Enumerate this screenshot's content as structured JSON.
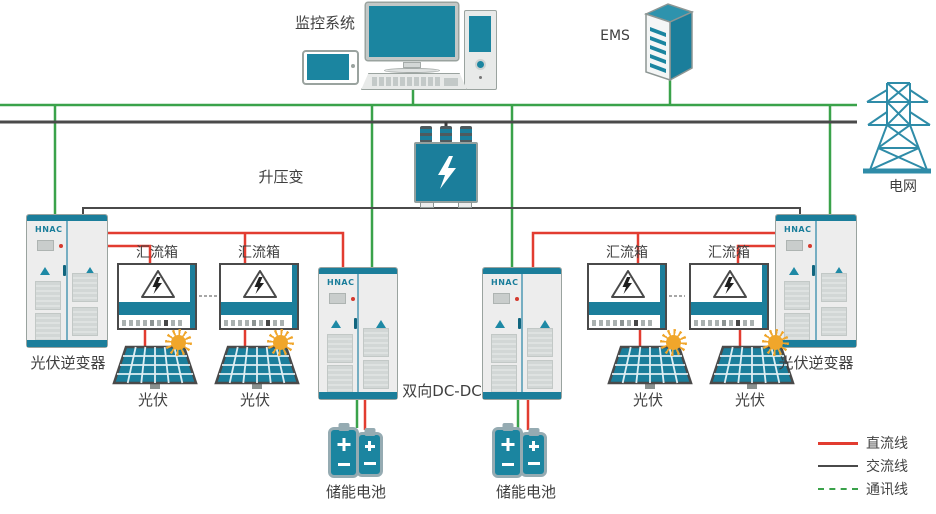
{
  "nodes": {
    "monitoring_system": {
      "label": "监控系统"
    },
    "ems": {
      "label": "EMS"
    },
    "step_up_transformer": {
      "label": "升压变"
    },
    "power_grid": {
      "label": "电网"
    },
    "combiner_box": {
      "label": "汇流箱"
    },
    "pv_array": {
      "label": "光伏"
    },
    "pv_inverter": {
      "label": "光伏逆变器"
    },
    "bidirectional_dcdc": {
      "label": "双向DC-DC"
    },
    "storage_battery": {
      "label": "储能电池"
    }
  },
  "brand": "HNAC",
  "legend": {
    "items": [
      {
        "label": "直流线",
        "color": "#e23c30",
        "style": "solid"
      },
      {
        "label": "交流线",
        "color": "#4a4a4a",
        "style": "solid"
      },
      {
        "label": "通讯线",
        "color": "#3aa24a",
        "style": "dashed"
      }
    ]
  },
  "colors": {
    "device_teal": "#1b7e9b",
    "dc_line": "#e23c30",
    "ac_line": "#4a4a4a",
    "comm_line": "#3aa24a",
    "sun": "#f0a62b",
    "cabinet_gray": "#ededed"
  }
}
